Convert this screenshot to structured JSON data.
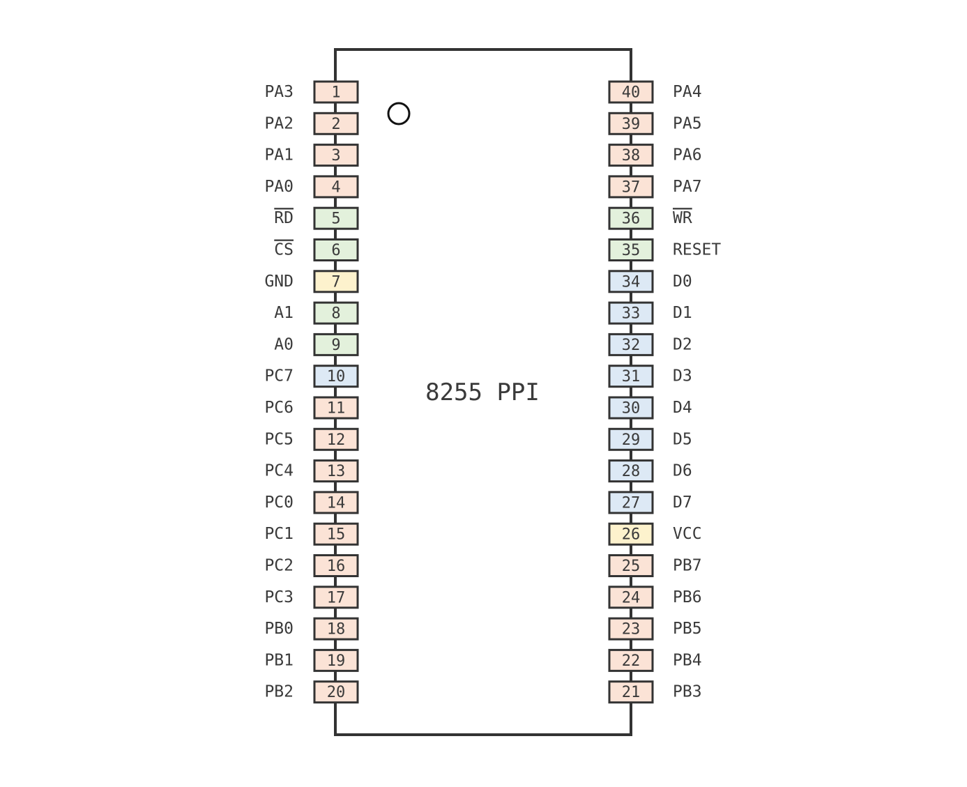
{
  "chip": {
    "title": "8255 PPI",
    "pin1_marker": "circle"
  },
  "colors": {
    "outline": "#333333",
    "port": "#fbe3d6",
    "control": "#e3f1dc",
    "power": "#fdf2cd",
    "data": "#dde9f5"
  },
  "left_pins": [
    {
      "number": "1",
      "label": "PA3",
      "group": "port"
    },
    {
      "number": "2",
      "label": "PA2",
      "group": "port"
    },
    {
      "number": "3",
      "label": "PA1",
      "group": "port"
    },
    {
      "number": "4",
      "label": "PA0",
      "group": "port"
    },
    {
      "number": "5",
      "label": "RD",
      "group": "control",
      "overline": true
    },
    {
      "number": "6",
      "label": "CS",
      "group": "control",
      "overline": true
    },
    {
      "number": "7",
      "label": "GND",
      "group": "power"
    },
    {
      "number": "8",
      "label": "A1",
      "group": "control"
    },
    {
      "number": "9",
      "label": "A0",
      "group": "control"
    },
    {
      "number": "10",
      "label": "PC7",
      "group": "data"
    },
    {
      "number": "11",
      "label": "PC6",
      "group": "port"
    },
    {
      "number": "12",
      "label": "PC5",
      "group": "port"
    },
    {
      "number": "13",
      "label": "PC4",
      "group": "port"
    },
    {
      "number": "14",
      "label": "PC0",
      "group": "port"
    },
    {
      "number": "15",
      "label": "PC1",
      "group": "port"
    },
    {
      "number": "16",
      "label": "PC2",
      "group": "port"
    },
    {
      "number": "17",
      "label": "PC3",
      "group": "port"
    },
    {
      "number": "18",
      "label": "PB0",
      "group": "port"
    },
    {
      "number": "19",
      "label": "PB1",
      "group": "port"
    },
    {
      "number": "20",
      "label": "PB2",
      "group": "port"
    }
  ],
  "right_pins": [
    {
      "number": "40",
      "label": "PA4",
      "group": "port"
    },
    {
      "number": "39",
      "label": "PA5",
      "group": "port"
    },
    {
      "number": "38",
      "label": "PA6",
      "group": "port"
    },
    {
      "number": "37",
      "label": "PA7",
      "group": "port"
    },
    {
      "number": "36",
      "label": "WR",
      "group": "control",
      "overline": true
    },
    {
      "number": "35",
      "label": "RESET",
      "group": "control"
    },
    {
      "number": "34",
      "label": "D0",
      "group": "data"
    },
    {
      "number": "33",
      "label": "D1",
      "group": "data"
    },
    {
      "number": "32",
      "label": "D2",
      "group": "data"
    },
    {
      "number": "31",
      "label": "D3",
      "group": "data"
    },
    {
      "number": "30",
      "label": "D4",
      "group": "data"
    },
    {
      "number": "29",
      "label": "D5",
      "group": "data"
    },
    {
      "number": "28",
      "label": "D6",
      "group": "data"
    },
    {
      "number": "27",
      "label": "D7",
      "group": "data"
    },
    {
      "number": "26",
      "label": "VCC",
      "group": "power"
    },
    {
      "number": "25",
      "label": "PB7",
      "group": "port"
    },
    {
      "number": "24",
      "label": "PB6",
      "group": "port"
    },
    {
      "number": "23",
      "label": "PB5",
      "group": "port"
    },
    {
      "number": "22",
      "label": "PB4",
      "group": "port"
    },
    {
      "number": "21",
      "label": "PB3",
      "group": "port"
    }
  ]
}
